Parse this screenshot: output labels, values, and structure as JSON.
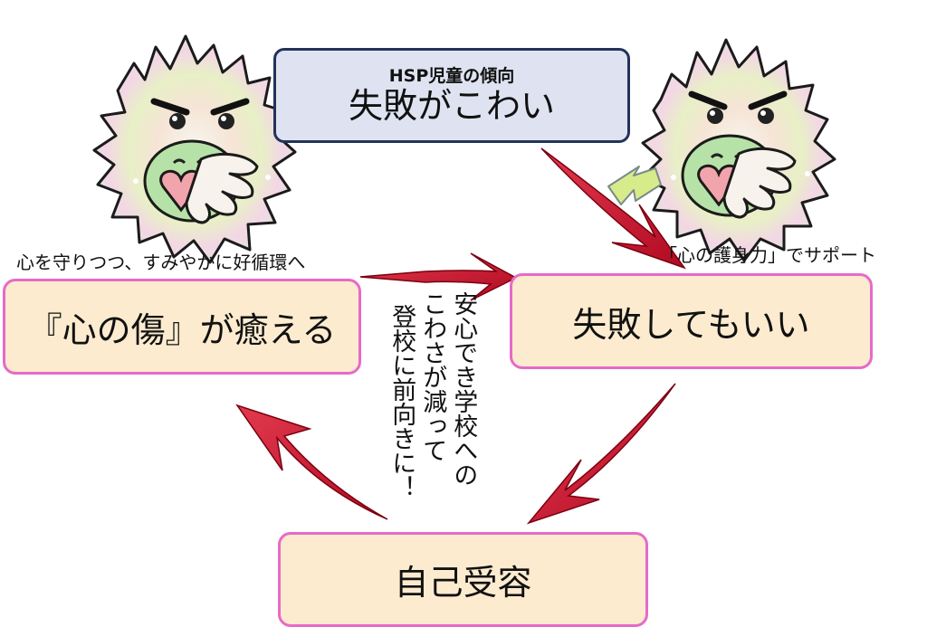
{
  "boxes": {
    "top_small": "HSP児童の傾向",
    "top_big": "失敗がこわい",
    "left": "『心の傷』が癒える",
    "right": "失敗してもいい",
    "bottom": "自己受容"
  },
  "labels": {
    "left": "心を守りつつ、すみやかに好循環へ",
    "right": "「心の護身力」でサポート"
  },
  "vertical_text": {
    "col1": "安心でき学校への",
    "col2": "こわさが減って",
    "col3": "登校に前向きに！"
  },
  "colors": {
    "arrow_red": "#c8102e",
    "box_peach_fill": "#fcebcf",
    "box_peach_border": "#e66ac8",
    "box_blue_fill": "#dfe3f1",
    "box_blue_border": "#22335a",
    "support_arrow": "#d6ec8a"
  },
  "icons": {
    "left_character": "furry-character-holding-heart-icon",
    "right_character": "furry-character-holding-heart-icon"
  }
}
